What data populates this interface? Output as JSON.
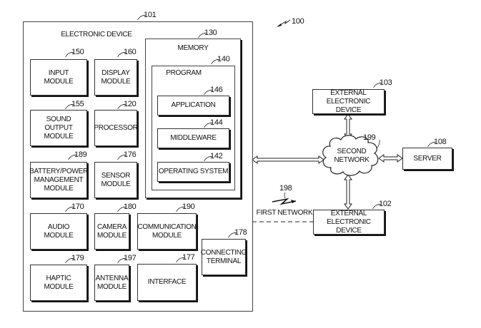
{
  "system_ref": "100",
  "electronic_device": {
    "ref": "101",
    "title": "ELECTRONIC DEVICE",
    "modules": [
      {
        "id": "input",
        "label": "INPUT\nMODULE",
        "ref": "150"
      },
      {
        "id": "display",
        "label": "DISPLAY\nMODULE",
        "ref": "160"
      },
      {
        "id": "sound",
        "label": "SOUND\nOUTPUT\nMODULE",
        "ref": "155"
      },
      {
        "id": "processor",
        "label": "PROCESSOR",
        "ref": "120"
      },
      {
        "id": "battery",
        "label": "BATTERY/POWER\nMANAGEMENT\nMODULE",
        "ref": "189"
      },
      {
        "id": "sensor",
        "label": "SENSOR\nMODULE",
        "ref": "176"
      },
      {
        "id": "audio",
        "label": "AUDIO\nMODULE",
        "ref": "170"
      },
      {
        "id": "camera",
        "label": "CAMERA\nMODULE",
        "ref": "180"
      },
      {
        "id": "communication",
        "label": "COMMUNICATION\nMODULE",
        "ref": "190"
      },
      {
        "id": "haptic",
        "label": "HAPTIC\nMODULE",
        "ref": "179"
      },
      {
        "id": "antenna",
        "label": "ANTENNA\nMODULE",
        "ref": "197"
      },
      {
        "id": "interface",
        "label": "INTERFACE",
        "ref": "177"
      },
      {
        "id": "connecting",
        "label": "CONNECTING\nTERMINAL",
        "ref": "178"
      }
    ],
    "memory": {
      "ref": "130",
      "title": "MEMORY",
      "program": {
        "ref": "140",
        "title": "PROGRAM",
        "items": [
          {
            "id": "application",
            "label": "APPLICATION",
            "ref": "146"
          },
          {
            "id": "middleware",
            "label": "MIDDLEWARE",
            "ref": "144"
          },
          {
            "id": "os",
            "label": "OPERATING SYSTEM",
            "ref": "142"
          }
        ]
      }
    }
  },
  "network": {
    "first": {
      "label": "FIRST NETWORK",
      "ref": "198"
    },
    "second": {
      "label": "SECOND\nNETWORK",
      "ref": "199"
    }
  },
  "external": {
    "device_103": {
      "label": "EXTERNAL\nELECTRONIC DEVICE",
      "ref": "103"
    },
    "device_102": {
      "label": "EXTERNAL\nELECTRONIC DEVICE",
      "ref": "102"
    },
    "server": {
      "label": "SERVER",
      "ref": "108"
    }
  }
}
